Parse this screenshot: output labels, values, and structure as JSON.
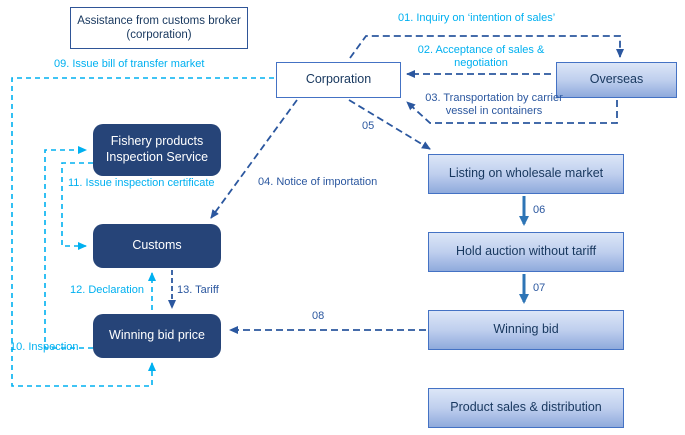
{
  "title": "Import process flow diagram",
  "colors": {
    "cyan_accent": "#00b0f0",
    "dark_blue_accent": "#2b579f",
    "navy_box_fill": "#264478",
    "light_box_border": "#4472c4",
    "solid_arrow_blue": "#2e75b6"
  },
  "nodes": {
    "assistance_line1": "Assistance from customs broker",
    "assistance_line2": "(corporation)",
    "corporation": "Corporation",
    "overseas": "Overseas",
    "fishery": "Fishery products Inspection Service",
    "customs": "Customs",
    "winning_bid_price": "Winning bid price",
    "listing": "Listing on wholesale market",
    "auction": "Hold auction without tariff",
    "winning_bid": "Winning bid",
    "product": "Product sales & distribution"
  },
  "labels": {
    "l01": "01. Inquiry on ‘intention of sales’",
    "l02": "02. Acceptance of sales & negotiation",
    "l03": "03. Transportation by carrier vessel in containers",
    "l04": "04. Notice of importation",
    "l05": "05",
    "l06": "06",
    "l07": "07",
    "l08": "08",
    "l09": "09. Issue bill of transfer market",
    "l10": "10. Inspection",
    "l11": "11. Issue inspection certificate",
    "l12": "12. Declaration",
    "l13": "13. Tariff"
  }
}
